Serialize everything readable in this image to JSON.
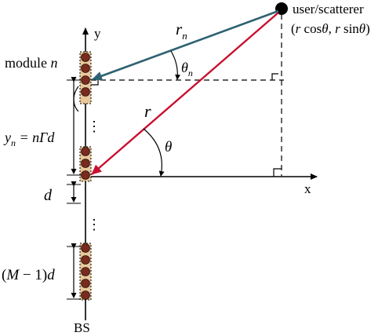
{
  "axes": {
    "y_label": "y",
    "x_label": "x"
  },
  "user": {
    "label": "user/scatterer",
    "coord_open": "(",
    "coord_r1": "r",
    "coord_cos": " cos",
    "coord_theta1": "θ",
    "coord_comma": ", ",
    "coord_r2": "r",
    "coord_sin": " sin",
    "coord_theta2": "θ",
    "coord_close": ")"
  },
  "module": {
    "text": "module ",
    "symbol": "n"
  },
  "r_n": {
    "symbol": "r",
    "subscript": "n"
  },
  "theta_n": {
    "symbol": "θ",
    "subscript": "n"
  },
  "r": {
    "symbol": "r"
  },
  "theta": {
    "symbol": "θ"
  },
  "y_n": {
    "symbol": "y",
    "subscript": "n",
    "rest": " = nΓd"
  },
  "d_label": {
    "symbol": "d"
  },
  "md_label": {
    "prefix": "(",
    "symbol": "M",
    "mid": " − 1)",
    "suffix": "d"
  },
  "bs_label": "BS",
  "dots": "⋮",
  "colors": {
    "r_n_arrow": "#2e6272",
    "r_arrow": "#c8102e",
    "element": "#7a2a1e",
    "module_box": "#e8c79a"
  }
}
